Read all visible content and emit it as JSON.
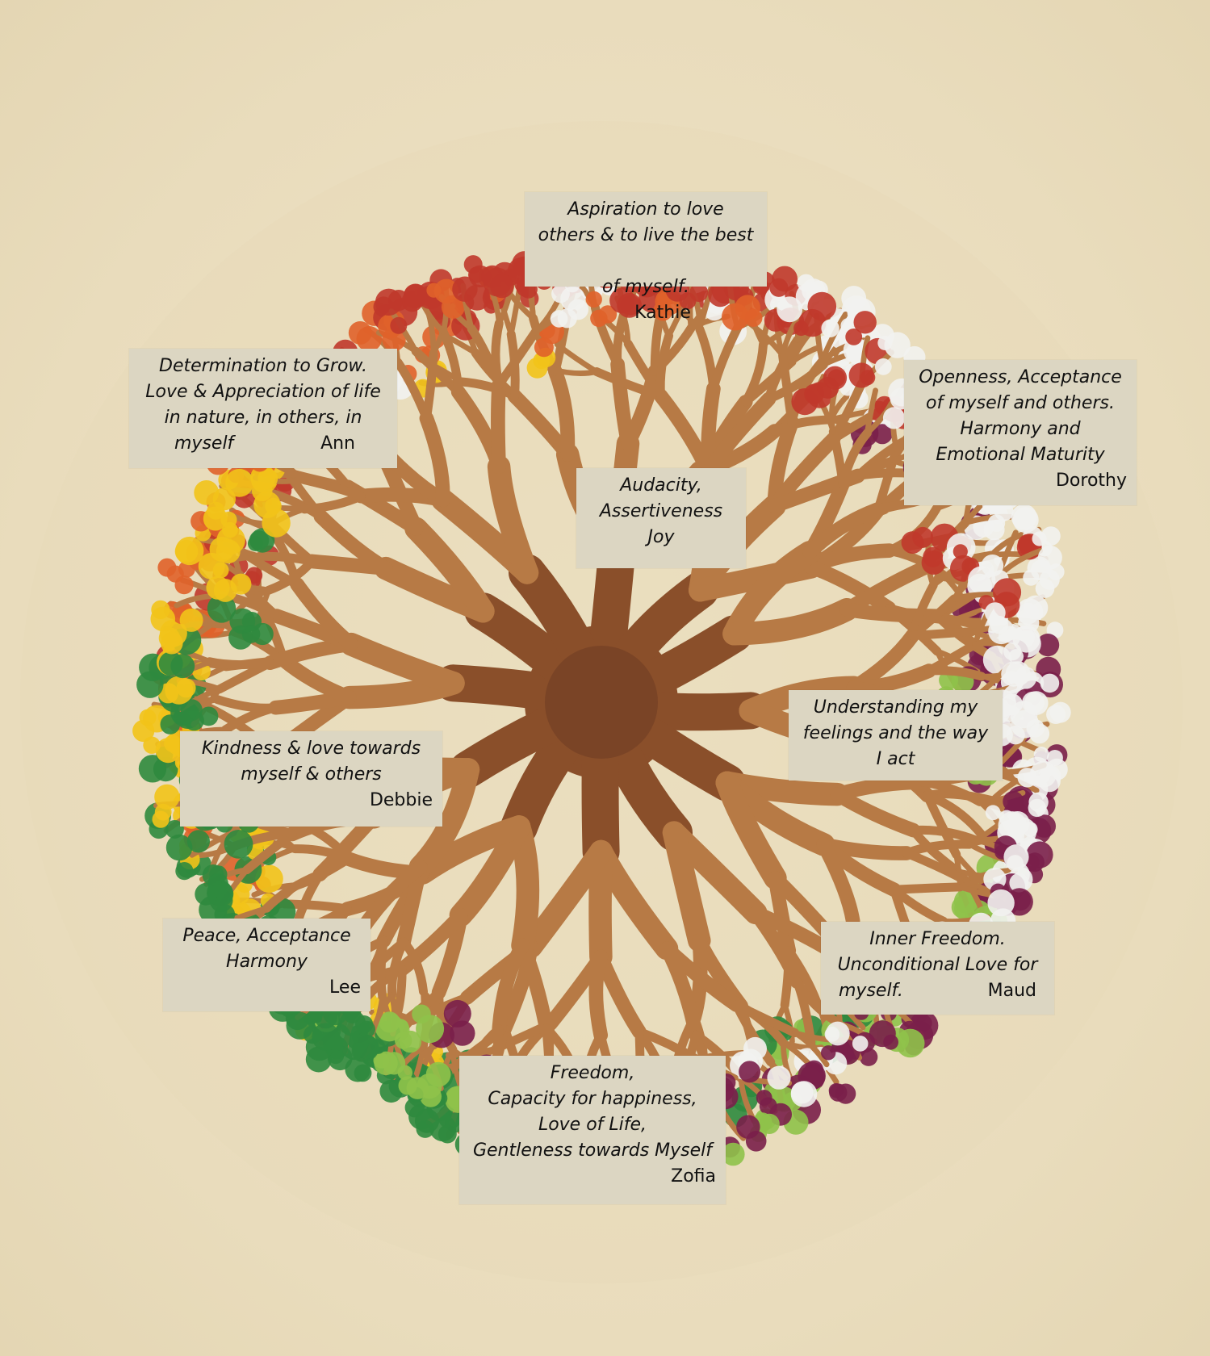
{
  "notes": {
    "kathie": {
      "lines": [
        "Aspiration to love",
        "others & to live the best"
      ],
      "last_line": "of myself.",
      "name": "Kathie"
    },
    "ann": {
      "lines": [
        "Determination to Grow.",
        "Love & Appreciation of life",
        "in nature, in others, in"
      ],
      "last_line": "myself",
      "name": "Ann"
    },
    "dorothy": {
      "lines": [
        "Openness, Acceptance",
        "of myself and others.",
        "Harmony and",
        "Emotional Maturity"
      ],
      "name": "Dorothy"
    },
    "joy": {
      "lines": [
        "Audacity,",
        "Assertiveness",
        "Joy"
      ]
    },
    "understanding": {
      "lines": [
        "Understanding my",
        "feelings and the way",
        "I act"
      ]
    },
    "debbie": {
      "lines": [
        "Kindness & love towards",
        "myself & others"
      ],
      "name": "Debbie"
    },
    "lee": {
      "lines": [
        "Peace, Acceptance",
        "Harmony"
      ],
      "name": "Lee"
    },
    "maud": {
      "lines": [
        "Inner Freedom.",
        "Unconditional Love for"
      ],
      "last_line": "myself.",
      "name": "Maud"
    },
    "zofia": {
      "lines": [
        "Freedom,",
        "Capacity for happiness,",
        "Love of Life,",
        "Gentleness towards Myself"
      ],
      "name": "Zofia"
    }
  },
  "colors": {
    "background": "#ede2c6",
    "trunk": "#8a4f2a",
    "branch": "#b77a45",
    "leaf_red": "#c0392b",
    "leaf_orange": "#e0622a",
    "leaf_yellow": "#f2c31a",
    "leaf_green_dark": "#2f8a3e",
    "leaf_green_light": "#8fc24a",
    "leaf_purple": "#7a1f4a",
    "snow": "#f2f2f0",
    "note_bg": "#dcd6c2"
  }
}
